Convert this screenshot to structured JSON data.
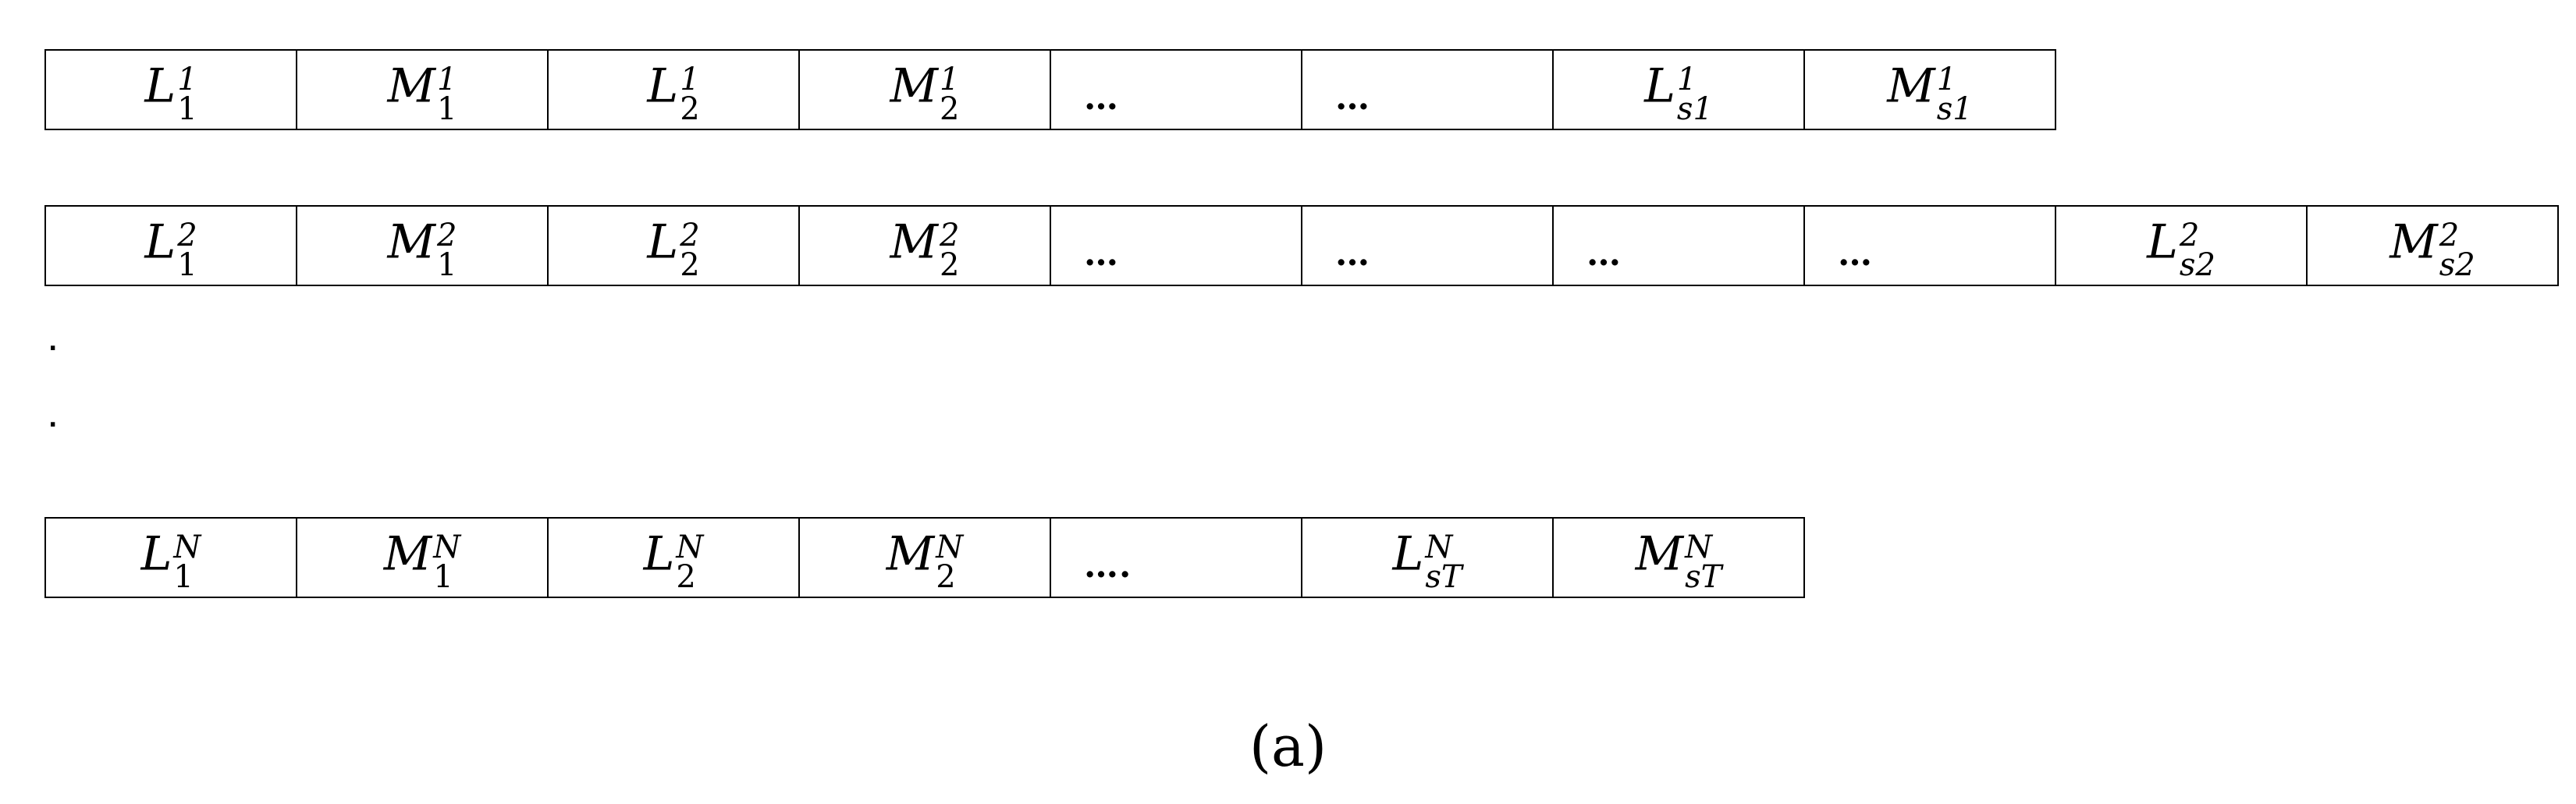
{
  "rows": [
    {
      "cells": [
        {
          "base": "L",
          "sup": "1",
          "sub": "1"
        },
        {
          "base": "M",
          "sup": "1",
          "sub": "1"
        },
        {
          "base": "L",
          "sup": "1",
          "sub": "2"
        },
        {
          "base": "M",
          "sup": "1",
          "sub": "2"
        },
        {
          "text": "…"
        },
        {
          "text": "…"
        },
        {
          "base": "L",
          "sup": "1",
          "sub": "s1"
        },
        {
          "base": "M",
          "sup": "1",
          "sub": "s1"
        }
      ]
    },
    {
      "cells": [
        {
          "base": "L",
          "sup": "2",
          "sub": "1"
        },
        {
          "base": "M",
          "sup": "2",
          "sub": "1"
        },
        {
          "base": "L",
          "sup": "2",
          "sub": "2"
        },
        {
          "base": "M",
          "sup": "2",
          "sub": "2"
        },
        {
          "text": "…"
        },
        {
          "text": "…"
        },
        {
          "text": "…"
        },
        {
          "text": "…"
        },
        {
          "base": "L",
          "sup": "2",
          "sub": "s2"
        },
        {
          "base": "M",
          "sup": "2",
          "sub": "s2"
        }
      ]
    },
    {
      "cells": [
        {
          "base": "L",
          "sup": "N",
          "sub": "1"
        },
        {
          "base": "M",
          "sup": "N",
          "sub": "1"
        },
        {
          "base": "L",
          "sup": "N",
          "sub": "2"
        },
        {
          "base": "M",
          "sup": "N",
          "sub": "2"
        },
        {
          "text": "…."
        },
        {
          "base": "L",
          "sup": "N",
          "sub": "sT"
        },
        {
          "base": "M",
          "sup": "N",
          "sub": "sT"
        }
      ]
    }
  ],
  "vertical_dots": [
    ".",
    "."
  ],
  "caption": "(a)"
}
